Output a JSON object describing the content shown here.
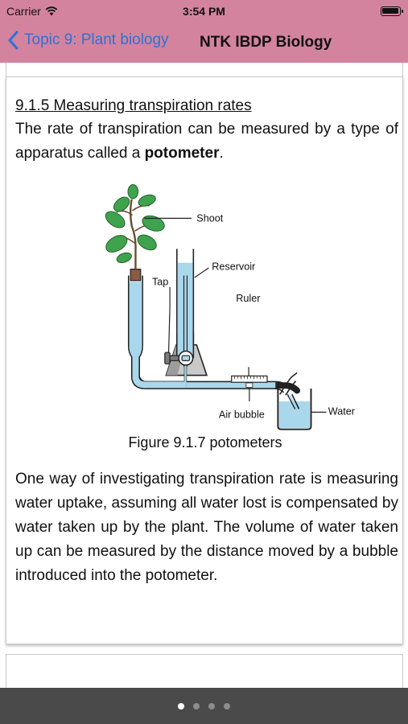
{
  "status_bar": {
    "carrier": "Carrier",
    "time": "3:54 PM"
  },
  "nav": {
    "back_label": "Topic 9: Plant biology",
    "title": "NTK IBDP Biology"
  },
  "article": {
    "heading": "9.1.5 Measuring transpiration rates",
    "intro_text": "The rate of transpiration can be measured by a type of apparatus called a ",
    "intro_bold": "potometer",
    "intro_end": ".",
    "figure_labels": {
      "shoot": "Shoot",
      "reservoir": "Reservoir",
      "tap": "Tap",
      "ruler": "Ruler",
      "air_bubble": "Air bubble",
      "water": "Water"
    },
    "caption": "Figure 9.1.7 potometers",
    "body_text": "One way of investigating transpiration rate is measuring water uptake, assuming all water lost is compensated by water taken up by the plant. The volume of water taken up can be measured by the distance moved by a bubble introduced into the potometer."
  },
  "pager": {
    "page_count": 4,
    "active_index": 0
  },
  "colors": {
    "nav_bar": "#d4839e",
    "back_link": "#2c72d6",
    "pager_bar": "#4a4a4a",
    "water": "#a9d7ec",
    "leaf": "#3fa34d"
  }
}
